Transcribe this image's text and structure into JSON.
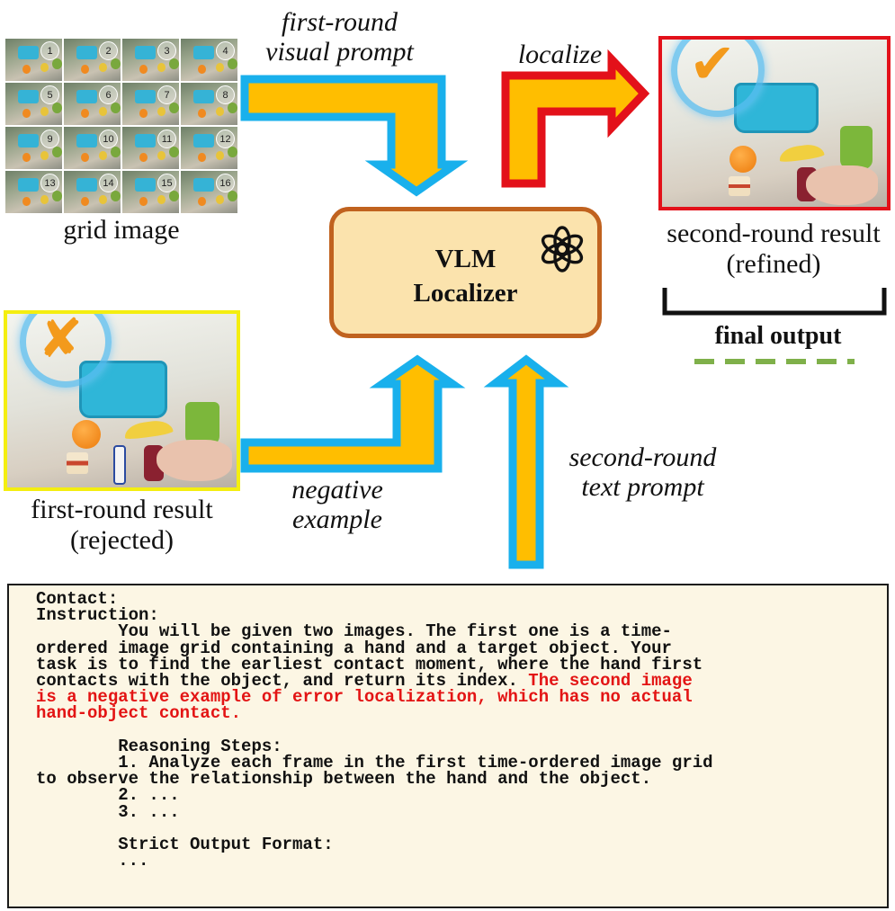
{
  "grid": {
    "caption": "grid image",
    "cells": [
      "1",
      "2",
      "3",
      "4",
      "5",
      "6",
      "7",
      "8",
      "9",
      "10",
      "11",
      "12",
      "13",
      "14",
      "15",
      "16"
    ]
  },
  "labels": {
    "first_round_visual_prompt": [
      "first-round",
      "visual prompt"
    ],
    "localize": "localize",
    "negative_example": [
      "negative",
      "example"
    ],
    "second_round_text_prompt": [
      "second-round",
      "text prompt"
    ]
  },
  "vlm": {
    "title_line1": "VLM",
    "title_line2": "Localizer",
    "icon": "openai-logo-icon"
  },
  "second_round": {
    "caption_line1": "second-round result",
    "caption_line2": "(refined)",
    "mark": "✔"
  },
  "first_round": {
    "caption_line1": "first-round result",
    "caption_line2": "(rejected)",
    "mark": "✘"
  },
  "final_output": "final output",
  "prompt": {
    "line1": "Contact:",
    "line2": "Instruction:",
    "line3": "        You will be given two images. The first one is a time-",
    "line4": "ordered image grid containing a hand and a target object. Your",
    "line5": "task is to find the earliest contact moment, where the hand first",
    "line6_black": "contacts with the object, and return its index. ",
    "line6_red": "The second image",
    "line7_red": "is a negative example of error localization, which has no actual",
    "line8_red": "hand-object contact.",
    "line10": "        Reasoning Steps:",
    "line11": "        1. Analyze each frame in the first time-ordered image grid",
    "line12": "to observe the relationship between the hand and the object.",
    "line13": "        2. ...",
    "line14": "        3. ...",
    "line16": "        Strict Output Format:",
    "line17": "        ..."
  },
  "colors": {
    "arrow_fill": "#ffbe00",
    "arrow_border_blue": "#19b0ec",
    "arrow_border_red": "#e3111a",
    "vlm_fill": "#fbe3ad",
    "vlm_border": "#c0621f",
    "highlight_red": "#e31414",
    "dash_green": "#7fb04a"
  }
}
